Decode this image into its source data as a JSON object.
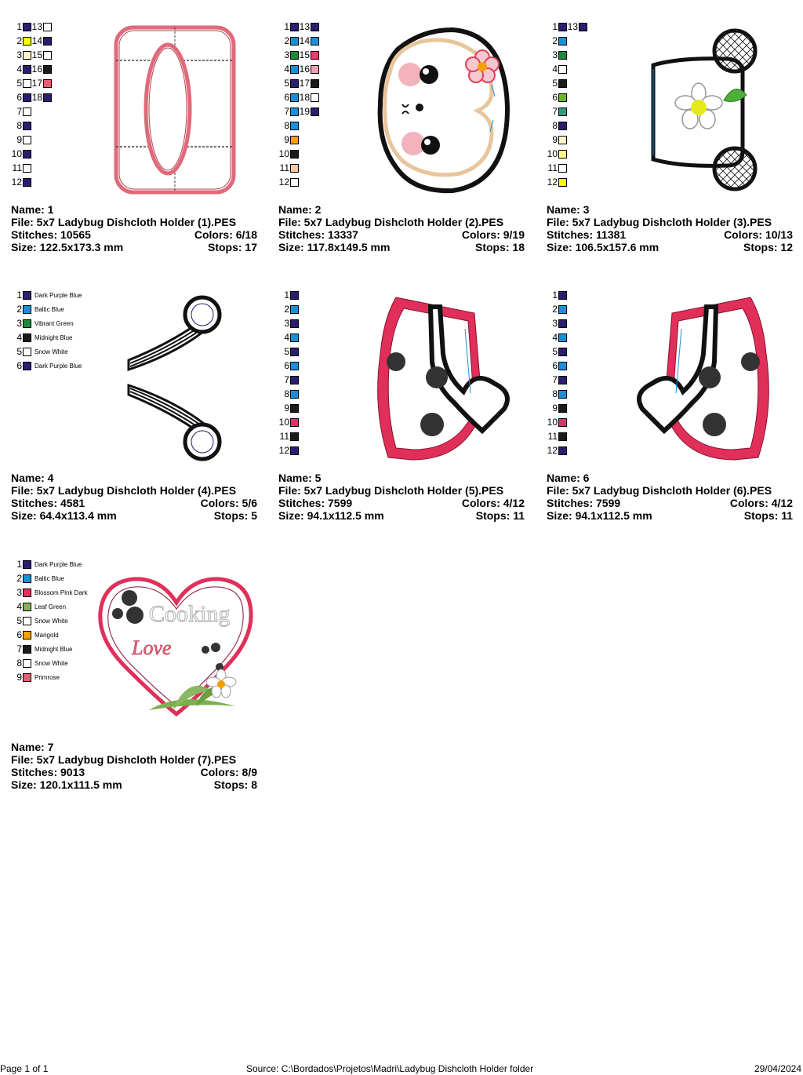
{
  "designs": [
    {
      "name_label": "Name: 1",
      "file_label": "File: 5x7 Ladybug Dishcloth Holder (1).PES",
      "stitches_label": "Stitches: 10565",
      "colors_label": "Colors: 6/18",
      "size_label": "Size: 122.5x173.3 mm",
      "stops_label": "Stops: 17",
      "col_a": [
        {
          "n": "1",
          "c": "#2a1f6e"
        },
        {
          "n": "2",
          "c": "#ffff00"
        },
        {
          "n": "3",
          "c": "#fff7cc"
        },
        {
          "n": "4",
          "c": "#2a1f6e"
        },
        {
          "n": "5",
          "c": "#ffffff"
        },
        {
          "n": "6",
          "c": "#2a1f6e"
        },
        {
          "n": "7",
          "c": "#ffffff"
        },
        {
          "n": "8",
          "c": "#2a1f6e"
        },
        {
          "n": "9",
          "c": "#ffffff"
        },
        {
          "n": "10",
          "c": "#2a1f6e"
        },
        {
          "n": "11",
          "c": "#ffffff"
        },
        {
          "n": "12",
          "c": "#2a1f6e"
        }
      ],
      "col_b": [
        {
          "n": "13",
          "c": "#ffffff"
        },
        {
          "n": "14",
          "c": "#2a1f6e"
        },
        {
          "n": "15",
          "c": "#ffffff"
        },
        {
          "n": "16",
          "c": "#1a1a1a"
        },
        {
          "n": "17",
          "c": "#e06070"
        },
        {
          "n": "18",
          "c": "#2a1f6e"
        }
      ]
    },
    {
      "name_label": "Name: 2",
      "file_label": "File: 5x7 Ladybug Dishcloth Holder (2).PES",
      "stitches_label": "Stitches: 13337",
      "colors_label": "Colors: 9/19",
      "size_label": "Size: 117.8x149.5 mm",
      "stops_label": "Stops: 18",
      "col_a": [
        {
          "n": "1",
          "c": "#2a1f6e"
        },
        {
          "n": "2",
          "c": "#1a8fd8"
        },
        {
          "n": "3",
          "c": "#1a8a3a"
        },
        {
          "n": "4",
          "c": "#1a8fd8"
        },
        {
          "n": "5",
          "c": "#2a1f6e"
        },
        {
          "n": "6",
          "c": "#1a8fd8"
        },
        {
          "n": "7",
          "c": "#1a8fd8"
        },
        {
          "n": "8",
          "c": "#1a8fd8"
        },
        {
          "n": "9",
          "c": "#f5a000"
        },
        {
          "n": "10",
          "c": "#1a1a1a"
        },
        {
          "n": "11",
          "c": "#f4c8a0"
        },
        {
          "n": "12",
          "c": "#ffffff"
        }
      ],
      "col_b": [
        {
          "n": "13",
          "c": "#2a1f6e"
        },
        {
          "n": "14",
          "c": "#1a8fd8"
        },
        {
          "n": "15",
          "c": "#e0406a"
        },
        {
          "n": "16",
          "c": "#f0a0b0"
        },
        {
          "n": "17",
          "c": "#1a1a1a"
        },
        {
          "n": "18",
          "c": "#ffffff"
        },
        {
          "n": "19",
          "c": "#2a1f6e"
        }
      ]
    },
    {
      "name_label": "Name: 3",
      "file_label": "File: 5x7 Ladybug Dishcloth Holder (3).PES",
      "stitches_label": "Stitches: 11381",
      "colors_label": "Colors: 10/13",
      "size_label": "Size: 106.5x157.6 mm",
      "stops_label": "Stops: 12",
      "col_a": [
        {
          "n": "1",
          "c": "#2a1f6e"
        },
        {
          "n": "2",
          "c": "#1a8fd8"
        },
        {
          "n": "3",
          "c": "#1a8a3a"
        },
        {
          "n": "4",
          "c": "#ffffff"
        },
        {
          "n": "5",
          "c": "#1a1a1a"
        },
        {
          "n": "6",
          "c": "#6ab82a"
        },
        {
          "n": "7",
          "c": "#3a9a80"
        },
        {
          "n": "8",
          "c": "#2a1f6e"
        },
        {
          "n": "9",
          "c": "#fff7cc"
        },
        {
          "n": "10",
          "c": "#ffff88"
        },
        {
          "n": "11",
          "c": "#ffffff"
        },
        {
          "n": "12",
          "c": "#ffff00"
        }
      ],
      "col_b": [
        {
          "n": "13",
          "c": "#2a1f6e"
        }
      ]
    },
    {
      "name_label": "Name: 4",
      "file_label": "File: 5x7 Ladybug Dishcloth Holder (4).PES",
      "stitches_label": "Stitches: 4581",
      "colors_label": "Colors: 5/6",
      "size_label": "Size: 64.4x113.4 mm",
      "stops_label": "Stops: 5",
      "col_a": [
        {
          "n": "1",
          "c": "#2a1f6e",
          "name": "Dark Purple Blue"
        },
        {
          "n": "2",
          "c": "#1a8fd8",
          "name": "Baltic Blue"
        },
        {
          "n": "3",
          "c": "#1a8a3a",
          "name": "Vibrant Green"
        },
        {
          "n": "4",
          "c": "#1a1a1a",
          "name": "Midnight Blue"
        },
        {
          "n": "5",
          "c": "#ffffff",
          "name": "Snow White"
        },
        {
          "n": "6",
          "c": "#2a1f6e",
          "name": "Dark Purple Blue"
        }
      ],
      "col_b": []
    },
    {
      "name_label": "Name: 5",
      "file_label": "File: 5x7 Ladybug Dishcloth Holder (5).PES",
      "stitches_label": "Stitches: 7599",
      "colors_label": "Colors: 4/12",
      "size_label": "Size: 94.1x112.5 mm",
      "stops_label": "Stops: 11",
      "col_a": [
        {
          "n": "1",
          "c": "#2a1f6e"
        },
        {
          "n": "2",
          "c": "#1a8fd8"
        },
        {
          "n": "3",
          "c": "#2a1f6e"
        },
        {
          "n": "4",
          "c": "#1a8fd8"
        },
        {
          "n": "5",
          "c": "#2a1f6e"
        },
        {
          "n": "6",
          "c": "#1a8fd8"
        },
        {
          "n": "7",
          "c": "#2a1f6e"
        },
        {
          "n": "8",
          "c": "#1a8fd8"
        },
        {
          "n": "9",
          "c": "#1a1a1a"
        },
        {
          "n": "10",
          "c": "#e0306a"
        },
        {
          "n": "11",
          "c": "#1a1a1a"
        },
        {
          "n": "12",
          "c": "#2a1f6e"
        }
      ],
      "col_b": []
    },
    {
      "name_label": "Name: 6",
      "file_label": "File: 5x7 Ladybug Dishcloth Holder (6).PES",
      "stitches_label": "Stitches: 7599",
      "colors_label": "Colors: 4/12",
      "size_label": "Size: 94.1x112.5 mm",
      "stops_label": "Stops: 11",
      "col_a": [
        {
          "n": "1",
          "c": "#2a1f6e"
        },
        {
          "n": "2",
          "c": "#1a8fd8"
        },
        {
          "n": "3",
          "c": "#2a1f6e"
        },
        {
          "n": "4",
          "c": "#1a8fd8"
        },
        {
          "n": "5",
          "c": "#2a1f6e"
        },
        {
          "n": "6",
          "c": "#1a8fd8"
        },
        {
          "n": "7",
          "c": "#2a1f6e"
        },
        {
          "n": "8",
          "c": "#1a8fd8"
        },
        {
          "n": "9",
          "c": "#1a1a1a"
        },
        {
          "n": "10",
          "c": "#e0306a"
        },
        {
          "n": "11",
          "c": "#1a1a1a"
        },
        {
          "n": "12",
          "c": "#2a1f6e"
        }
      ],
      "col_b": []
    },
    {
      "name_label": "Name: 7",
      "file_label": "File: 5x7 Ladybug Dishcloth Holder (7).PES",
      "stitches_label": "Stitches: 9013",
      "colors_label": "Colors: 8/9",
      "size_label": "Size: 120.1x111.5 mm",
      "stops_label": "Stops: 8",
      "col_a": [
        {
          "n": "1",
          "c": "#2a1f6e",
          "name": "Dark Purple Blue"
        },
        {
          "n": "2",
          "c": "#1a8fd8",
          "name": "Baltic Blue"
        },
        {
          "n": "3",
          "c": "#e0305a",
          "name": "Blossom Pink Dark"
        },
        {
          "n": "4",
          "c": "#8ab060",
          "name": "Leaf Green"
        },
        {
          "n": "5",
          "c": "#ffffff",
          "name": "Snow White"
        },
        {
          "n": "6",
          "c": "#f5a000",
          "name": "Marigold"
        },
        {
          "n": "7",
          "c": "#1a1a1a",
          "name": "Midnight Blue"
        },
        {
          "n": "8",
          "c": "#ffffff",
          "name": "Snow White"
        },
        {
          "n": "9",
          "c": "#e06070",
          "name": "Primrose"
        }
      ],
      "col_b": []
    }
  ],
  "art_text": {
    "cooking": "Cooking",
    "love": "Love"
  },
  "footer": {
    "page": "Page 1 of 1",
    "source": "Source: C:\\Bordados\\Projetos\\Madri\\Ladybug Dishcloth Holder folder",
    "date": "29/04/2024"
  }
}
